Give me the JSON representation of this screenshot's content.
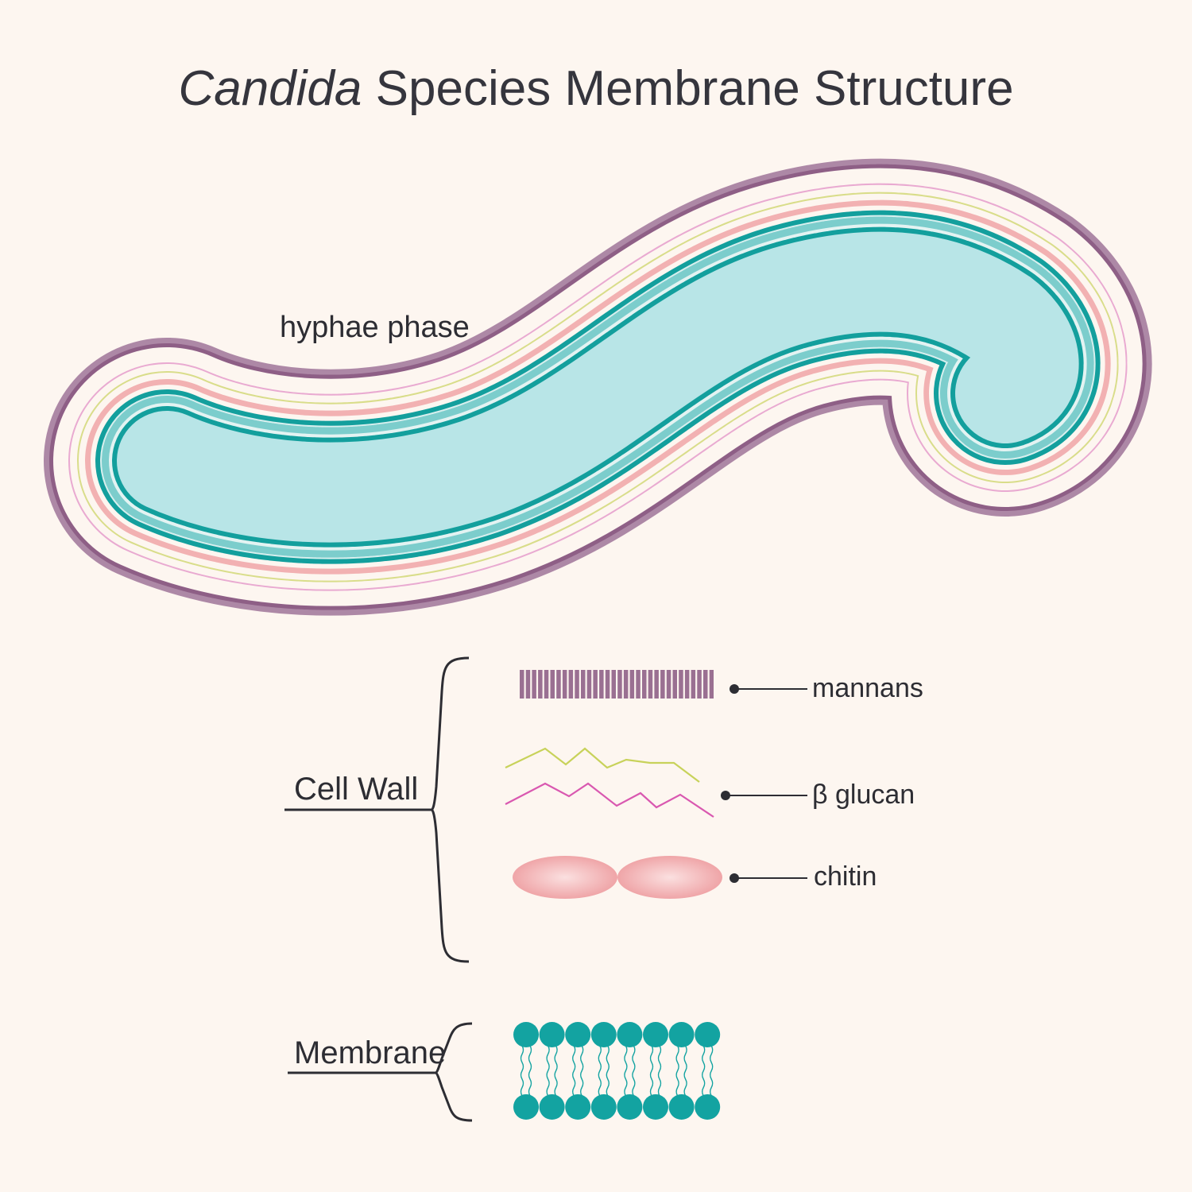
{
  "title": {
    "italic": "Candida",
    "rest": " Species Membrane Structure"
  },
  "phase_label": "hyphae phase",
  "groups": {
    "cell_wall": "Cell Wall",
    "membrane": "Membrane"
  },
  "legend": {
    "mannans": "mannans",
    "glucan": "β glucan",
    "chitin": "chitin"
  },
  "colors": {
    "background": "#fdf6f0",
    "mannan": "#9a7092",
    "glucan_yellow": "#c8d25a",
    "glucan_pink": "#d958b0",
    "chitin": "#f0a8a8",
    "membrane_head": "#13a3a1",
    "cytoplasm": "#b6e4e6",
    "text": "#35353d"
  }
}
